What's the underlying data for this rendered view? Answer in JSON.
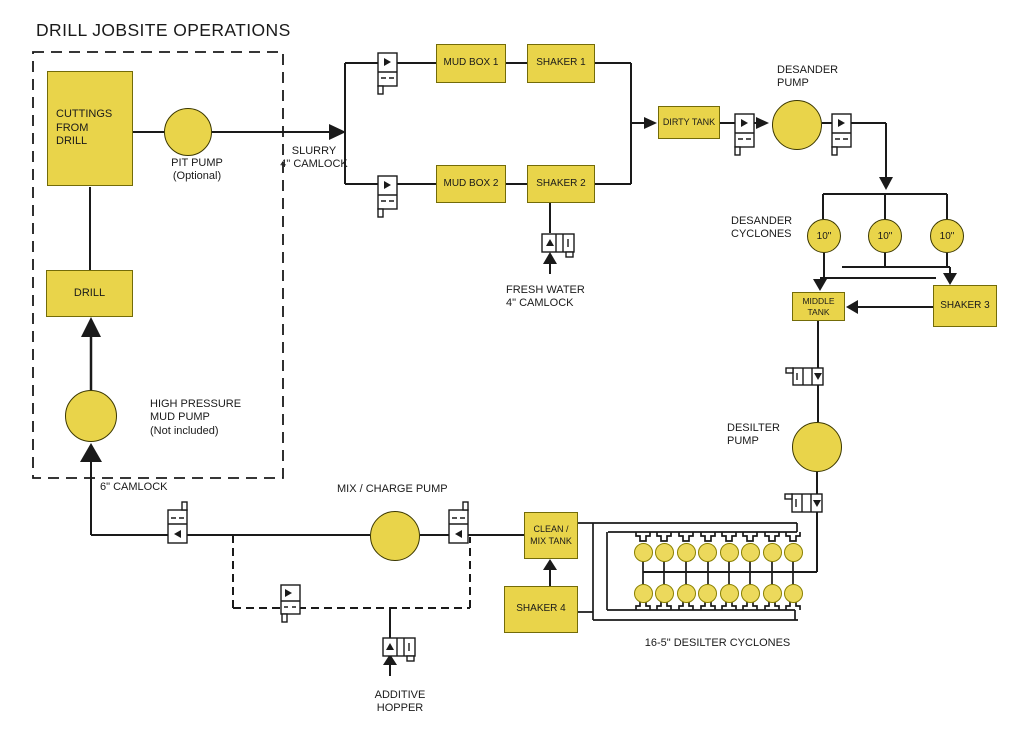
{
  "title": "DRILL JOBSITE OPERATIONS",
  "colors": {
    "node_fill": "#e9d44a",
    "node_border": "#736b08",
    "line": "#1a1a1a",
    "background": "#ffffff"
  },
  "nodes": {
    "cuttings_from_drill": "CUTTINGS\nFROM\nDRILL",
    "drill": "DRILL",
    "mud_box_1": "MUD BOX 1",
    "shaker_1": "SHAKER 1",
    "mud_box_2": "MUD BOX 2",
    "shaker_2": "SHAKER 2",
    "dirty_tank": "DIRTY TANK",
    "middle_tank": "MIDDLE\nTANK",
    "shaker_3": "SHAKER 3",
    "clean_mix_tank": "CLEAN /\nMIX TANK",
    "shaker_4": "SHAKER 4"
  },
  "pumps": {
    "pit_pump": {
      "label": "PIT PUMP",
      "note": "(Optional)"
    },
    "desander_pump": {
      "label": "DESANDER\nPUMP"
    },
    "desilter_pump": {
      "label": "DESILTER\nPUMP"
    },
    "mix_charge_pump": {
      "label": "MIX / CHARGE PUMP"
    },
    "high_pressure_mud_pump": {
      "label": "HIGH PRESSURE\nMUD PUMP\n(Not included)"
    }
  },
  "cyclones": {
    "desander": {
      "label": "DESANDER\nCYCLONES",
      "size_label": "10\"",
      "count": 3
    },
    "desilter": {
      "label": "16-5\" DESILTER CYCLONES",
      "count": 16
    }
  },
  "annotations": {
    "slurry": "SLURRY\n4\" CAMLOCK",
    "fresh_water": "FRESH WATER\n4\" CAMLOCK",
    "camlock_6": "6\" CAMLOCK",
    "additive_hopper": "ADDITIVE\nHOPPER"
  }
}
